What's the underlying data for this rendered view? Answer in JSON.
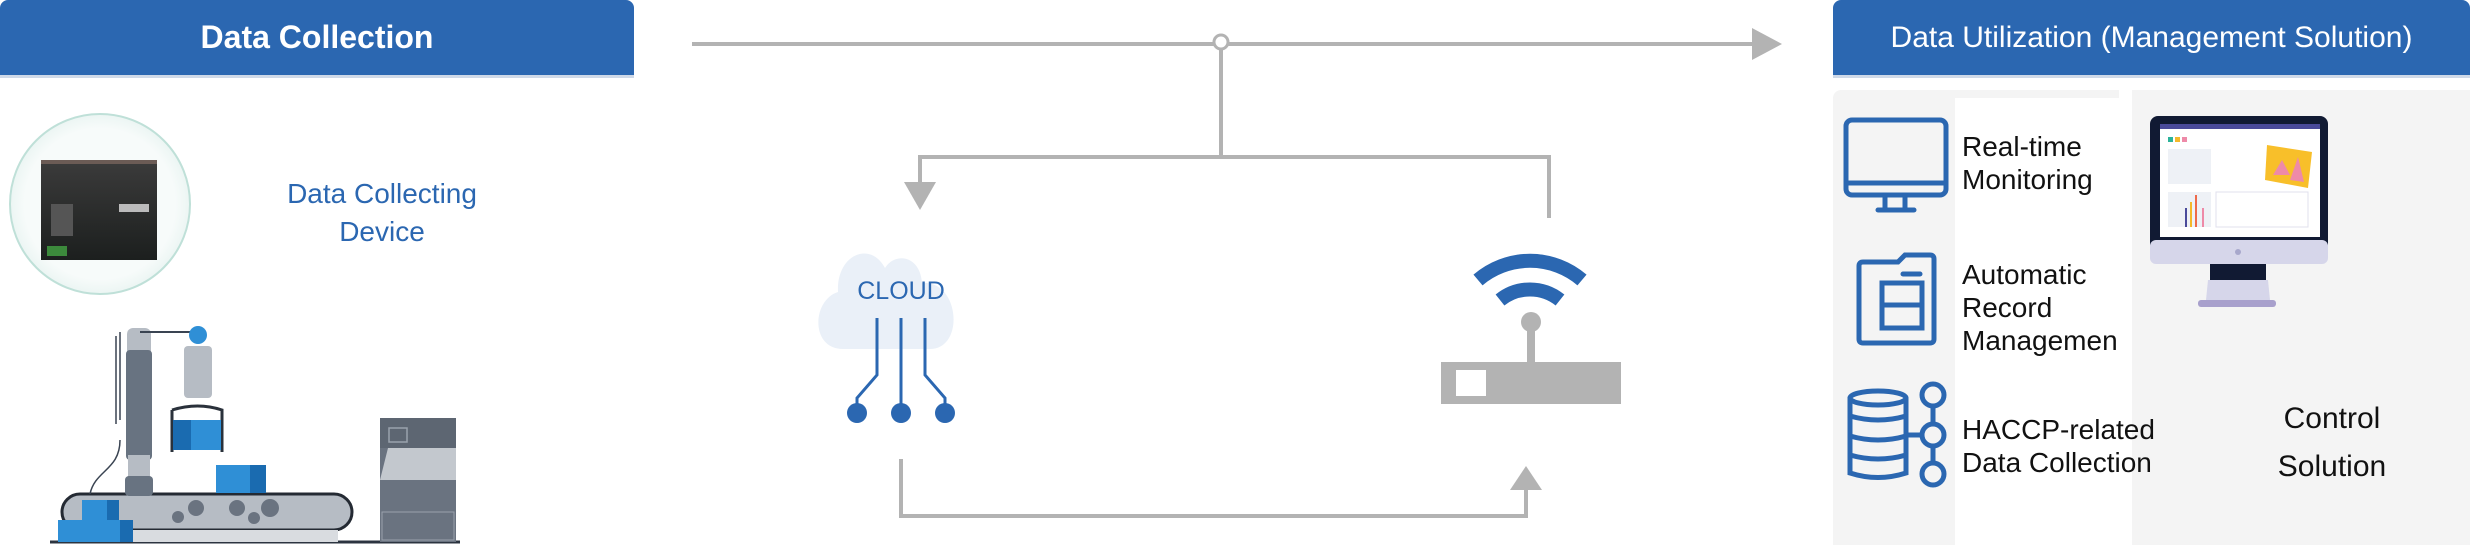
{
  "collection": {
    "title": "Data Collection",
    "device_label_line1": "Data Collecting",
    "device_label_line2": "Device"
  },
  "network": {
    "cloud_label": "CLOUD"
  },
  "utilization": {
    "title": "Data Utilization (Management Solution)",
    "items": [
      {
        "icon": "monitor-icon",
        "line1": "Real-time",
        "line2": "Monitoring",
        "line3": ""
      },
      {
        "icon": "file-cabinet-icon",
        "line1": "Automatic",
        "line2": "Record",
        "line3": "Managemen"
      },
      {
        "icon": "database-network-icon",
        "line1": "HACCP-related",
        "line2": "Data Collection",
        "line3": ""
      }
    ],
    "control_line1": "Control",
    "control_line2": "Solution"
  },
  "colors": {
    "accent": "#2b67b1",
    "line": "#b3b3b3",
    "panel": "#f4f4f4"
  }
}
